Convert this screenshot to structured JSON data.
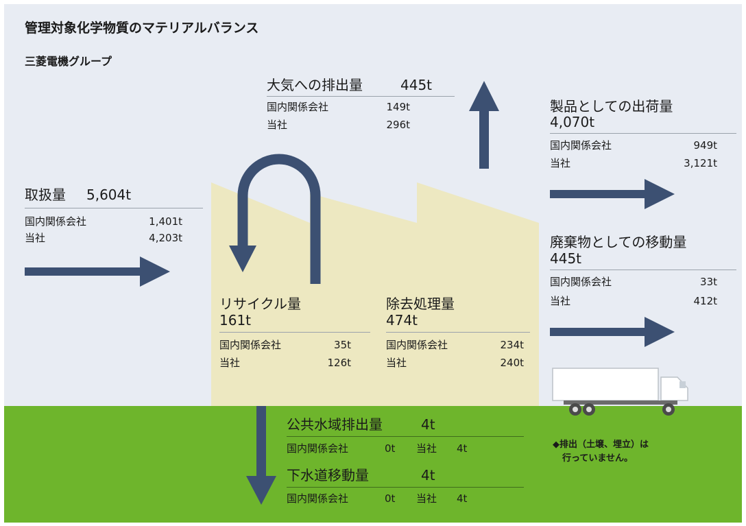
{
  "colors": {
    "sky": "#e8ecf3",
    "ground": "#6eb52c",
    "factory": "#ede8c1",
    "arrow": "#3c5072",
    "truck_body": "#ffffff",
    "text": "#1a1a1a"
  },
  "title": "管理対象化学物質のマテリアルバランス",
  "subtitle": "三菱電機グループ",
  "intake": {
    "label": "取扱量",
    "total": "5,604t",
    "rows": [
      {
        "label": "国内関係会社",
        "value": "1,401t"
      },
      {
        "label": "当社",
        "value": "4,203t"
      }
    ]
  },
  "air": {
    "label": "大気への排出量",
    "total": "445t",
    "rows": [
      {
        "label": "国内関係会社",
        "value": "149t"
      },
      {
        "label": "当社",
        "value": "296t"
      }
    ]
  },
  "product": {
    "label": "製品としての出荷量",
    "total": "4,070t",
    "rows": [
      {
        "label": "国内関係会社",
        "value": "949t"
      },
      {
        "label": "当社",
        "value": "3,121t"
      }
    ]
  },
  "waste": {
    "label": "廃棄物としての移動量",
    "total": "445t",
    "rows": [
      {
        "label": "国内関係会社",
        "value": "33t"
      },
      {
        "label": "当社",
        "value": "412t"
      }
    ]
  },
  "recycle": {
    "label": "リサイクル量",
    "total": "161t",
    "rows": [
      {
        "label": "国内関係会社",
        "value": "35t"
      },
      {
        "label": "当社",
        "value": "126t"
      }
    ]
  },
  "removal": {
    "label": "除去処理量",
    "total": "474t",
    "rows": [
      {
        "label": "国内関係会社",
        "value": "234t"
      },
      {
        "label": "当社",
        "value": "240t"
      }
    ]
  },
  "water": {
    "label": "公共水域排出量",
    "total": "4t",
    "row": {
      "label1": "国内関係会社",
      "value1": "0t",
      "label2": "当社",
      "value2": "4t"
    }
  },
  "sewer": {
    "label": "下水道移動量",
    "total": "4t",
    "row": {
      "label1": "国内関係会社",
      "value1": "0t",
      "label2": "当社",
      "value2": "4t"
    }
  },
  "note": {
    "line1": "◆排出（土壌、埋立）は",
    "line2": "行っていません。"
  }
}
